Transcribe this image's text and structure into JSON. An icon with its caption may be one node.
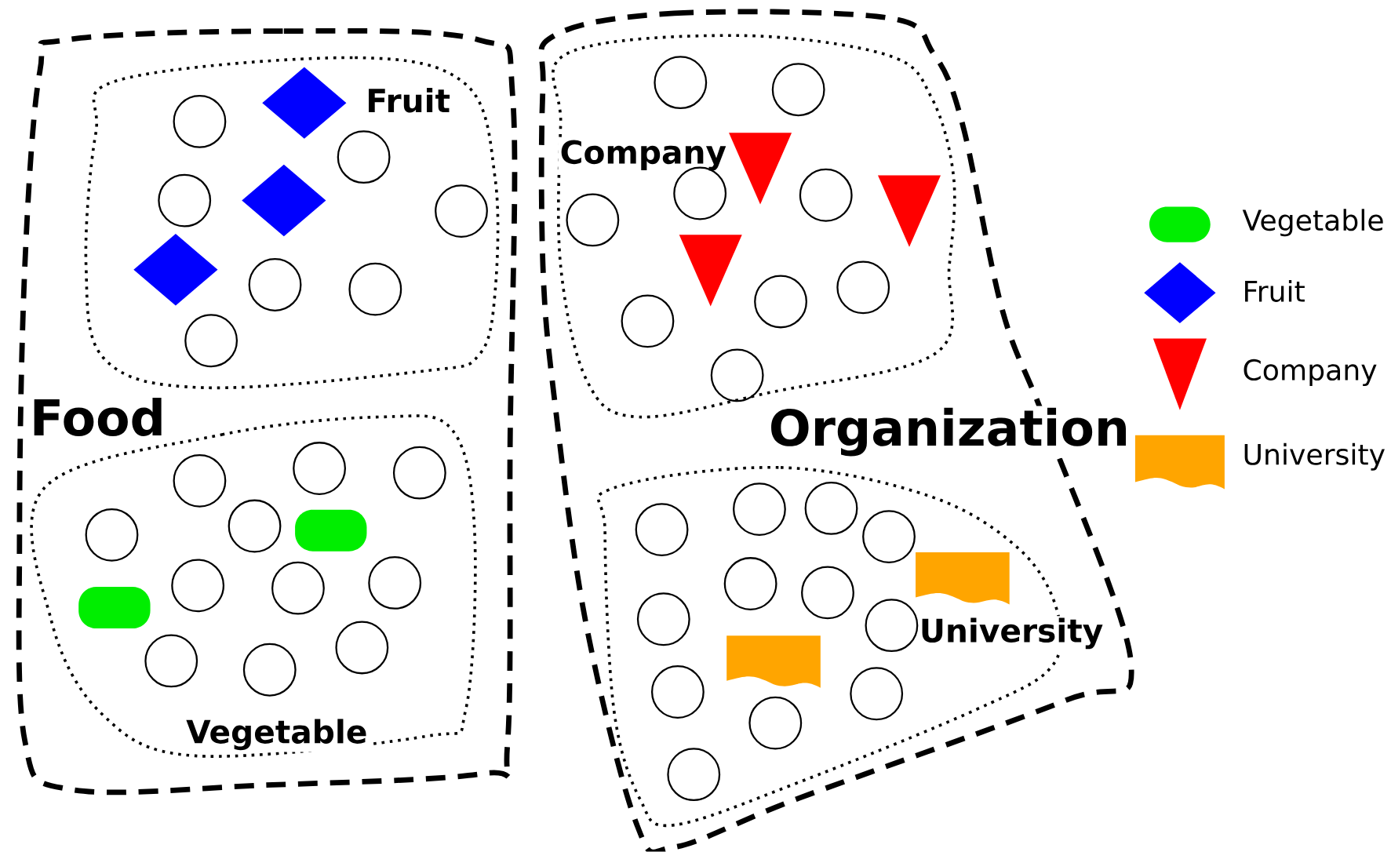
{
  "diagram": {
    "nodes": [
      {
        "text": [
          "Food"
        ]
      },
      {
        "text": [
          "Fruit"
        ],
        "in": 0
      },
      {
        "text": [],
        "shape": "diamond",
        "in": 1
      },
      {
        "text": [],
        "shape": "circle",
        "in": 1
      },
      {
        "text": [],
        "shape": "circle",
        "in": 1
      },
      {
        "text": [],
        "shape": "circle",
        "in": 1
      },
      {
        "text": [],
        "shape": "diamond",
        "in": 1
      },
      {
        "text": [],
        "shape": "circle",
        "in": 1
      },
      {
        "text": [],
        "shape": "diamond",
        "in": 1
      },
      {
        "text": [],
        "shape": "circle",
        "in": 1
      },
      {
        "text": [],
        "shape": "circle",
        "in": 1
      },
      {
        "text": [],
        "shape": "circle",
        "in": 1
      },
      {
        "text": [
          "Vegetable"
        ],
        "in": 0
      },
      {
        "text": [],
        "shape": "circle",
        "in": 12
      },
      {
        "text": [],
        "shape": "circle",
        "in": 12
      },
      {
        "text": [],
        "shape": "circle",
        "in": 12
      },
      {
        "text": [],
        "shape": "circle",
        "in": 12
      },
      {
        "text": [],
        "shape": "circle",
        "in": 12
      },
      {
        "text": [],
        "shape": "pill",
        "in": 12
      },
      {
        "text": [],
        "shape": "circle",
        "in": 12
      },
      {
        "text": [],
        "shape": "circle",
        "in": 12
      },
      {
        "text": [],
        "shape": "circle",
        "in": 12
      },
      {
        "text": [],
        "shape": "pill",
        "in": 12
      },
      {
        "text": [],
        "shape": "circle",
        "in": 12
      },
      {
        "text": [],
        "shape": "circle",
        "in": 12
      },
      {
        "text": [],
        "shape": "circle",
        "in": 12
      },
      {
        "text": [
          "Organization"
        ]
      },
      {
        "text": [
          "Company"
        ],
        "in": 26
      },
      {
        "text": [],
        "shape": "circle",
        "in": 27
      },
      {
        "text": [],
        "shape": "circle",
        "in": 27
      },
      {
        "text": [],
        "shape": "triangle",
        "in": 27
      },
      {
        "text": [],
        "shape": "circle",
        "in": 27
      },
      {
        "text": [],
        "shape": "circle",
        "in": 27
      },
      {
        "text": [],
        "shape": "triangle",
        "in": 27
      },
      {
        "text": [],
        "shape": "circle",
        "in": 27
      },
      {
        "text": [],
        "shape": "triangle",
        "in": 27
      },
      {
        "text": [],
        "shape": "circle",
        "in": 27
      },
      {
        "text": [],
        "shape": "circle",
        "in": 27
      },
      {
        "text": [],
        "shape": "circle",
        "in": 27
      },
      {
        "text": [],
        "shape": "circle",
        "in": 27
      },
      {
        "text": [
          "University"
        ],
        "in": 26
      },
      {
        "text": [],
        "shape": "circle",
        "in": 40
      },
      {
        "text": [],
        "shape": "circle",
        "in": 40
      },
      {
        "text": [],
        "shape": "circle",
        "in": 40
      },
      {
        "text": [],
        "shape": "circle",
        "in": 40
      },
      {
        "text": [],
        "shape": "flag",
        "in": 40
      },
      {
        "text": [],
        "shape": "circle",
        "in": 40
      },
      {
        "text": [],
        "shape": "circle",
        "in": 40
      },
      {
        "text": [],
        "shape": "circle",
        "in": 40
      },
      {
        "text": [],
        "shape": "circle",
        "in": 40
      },
      {
        "text": [],
        "shape": "flag",
        "in": 40
      },
      {
        "text": [],
        "shape": "circle",
        "in": 40
      },
      {
        "text": [],
        "shape": "circle",
        "in": 40
      },
      {
        "text": [],
        "shape": "circle",
        "in": 40
      },
      {
        "text": [],
        "shape": "circle",
        "in": 40
      }
    ],
    "legend": [
      {
        "text": "Vegetable",
        "color": "#00ee00"
      },
      {
        "text": "Fruit",
        "color": "#0000ff"
      },
      {
        "text": "Company",
        "color": "#ff0000"
      },
      {
        "text": "University",
        "color": "#ffa500"
      }
    ]
  }
}
